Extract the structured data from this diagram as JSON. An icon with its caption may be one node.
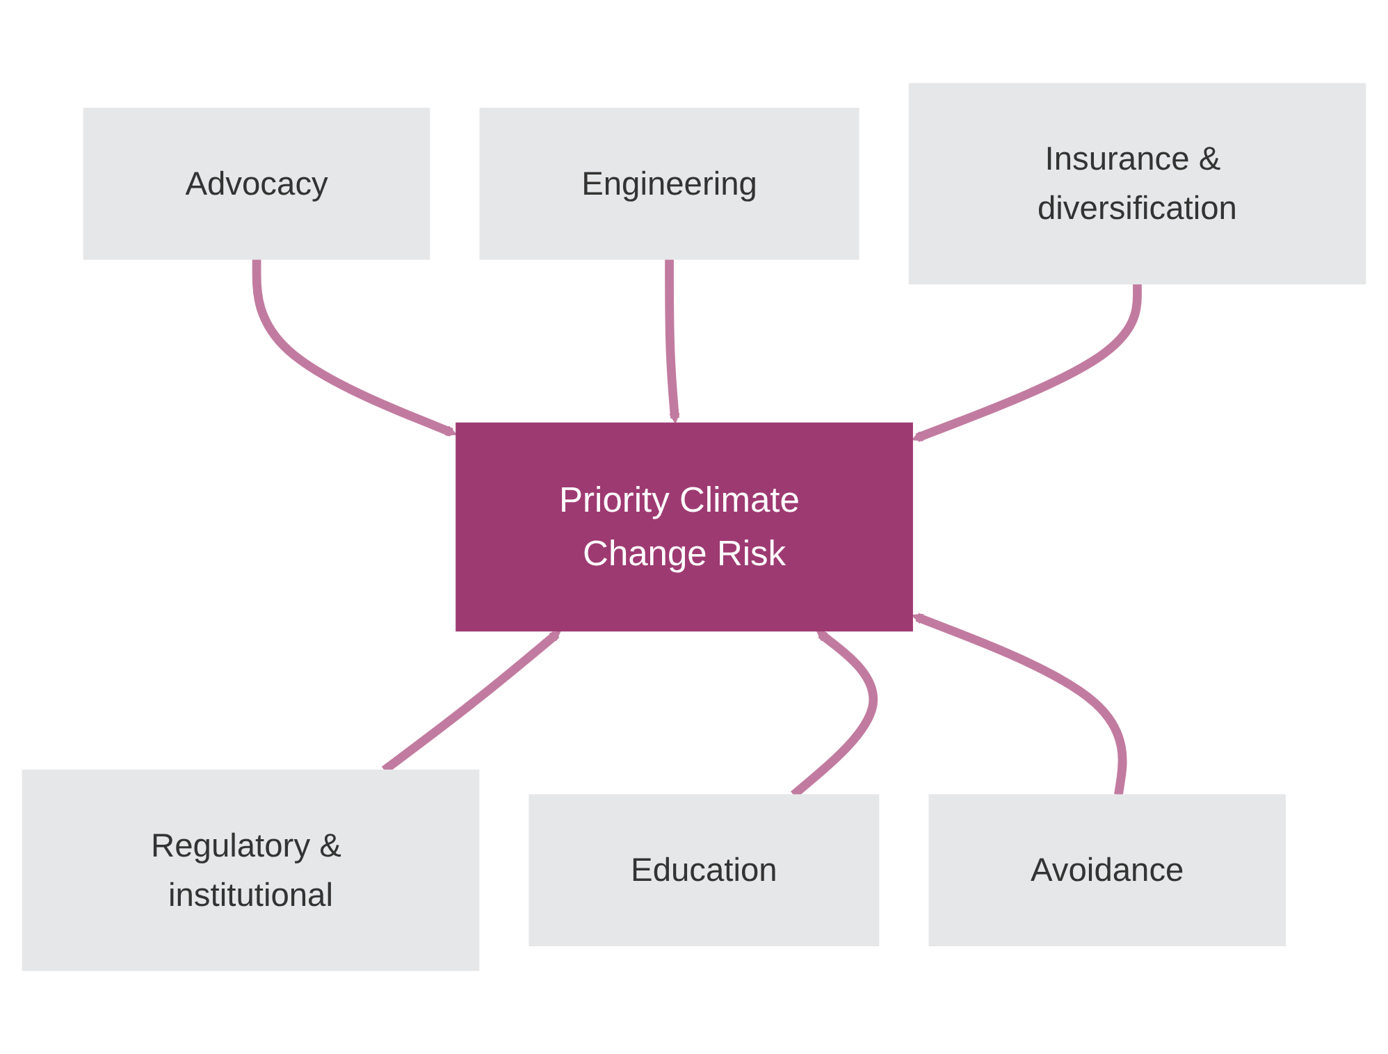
{
  "diagram": {
    "nodes": [
      {
        "text": [
          "Advocacy"
        ]
      },
      {
        "text": [
          "Engineering"
        ]
      },
      {
        "text": [
          "Insurance & diversification"
        ]
      },
      {
        "text": [
          "Priority Climate Change Risk"
        ]
      },
      {
        "text": [
          "Regulatory & institutional"
        ]
      },
      {
        "text": [
          "Education"
        ]
      },
      {
        "text": [
          "Avoidance"
        ]
      }
    ],
    "edges": [
      {
        "from": 0,
        "to": 3,
        "arrow": "to"
      },
      {
        "from": 1,
        "to": 3,
        "arrow": "to"
      },
      {
        "from": 2,
        "to": 3,
        "arrow": "to"
      },
      {
        "from": 4,
        "to": 3,
        "arrow": "to"
      },
      {
        "from": 5,
        "to": 3,
        "arrow": "to"
      },
      {
        "from": 6,
        "to": 3,
        "arrow": "to"
      }
    ]
  }
}
